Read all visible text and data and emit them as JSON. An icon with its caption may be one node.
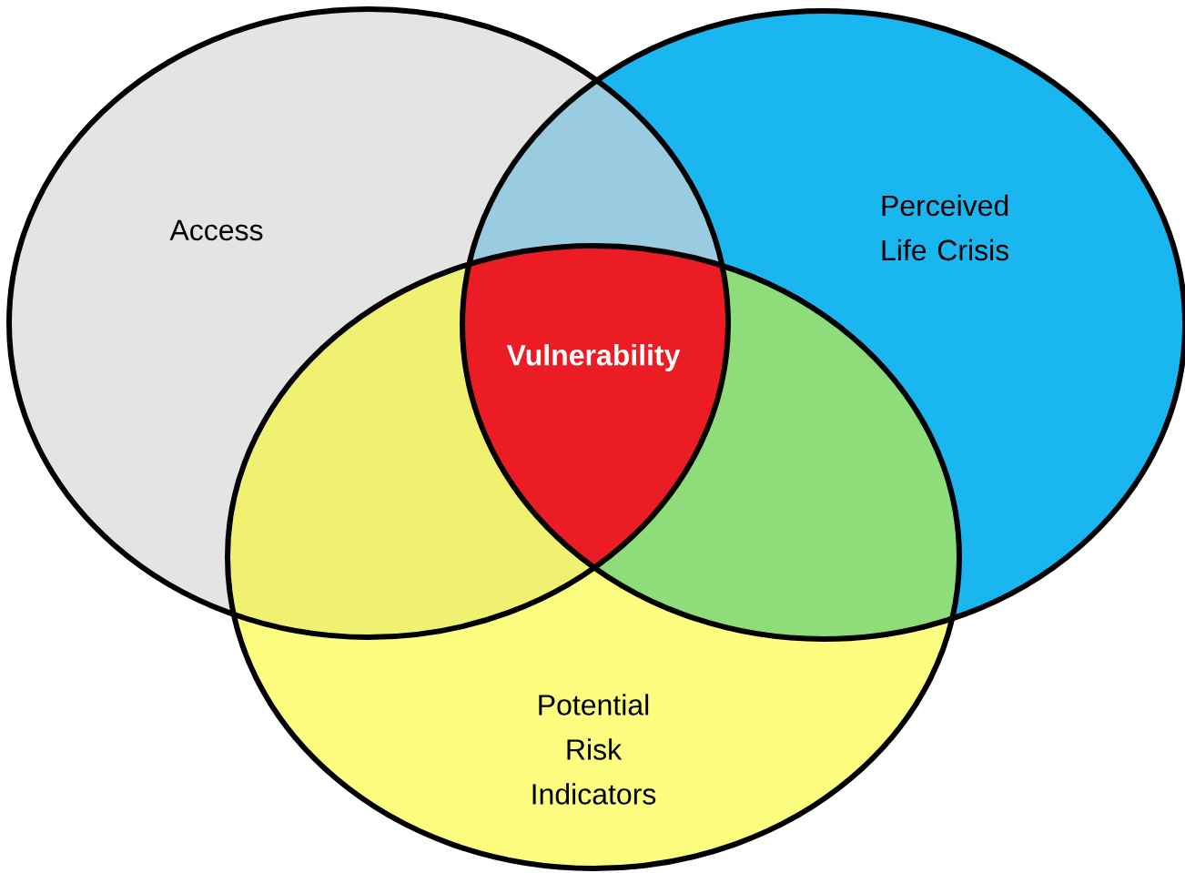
{
  "diagram": {
    "nodes": [
      {
        "text": [
          "Access"
        ]
      },
      {
        "text": [
          "Perceived Life Crisis"
        ]
      },
      {
        "text": [
          "Potential Risk Indicators"
        ]
      }
    ],
    "labels": [
      "Vulnerability"
    ]
  }
}
